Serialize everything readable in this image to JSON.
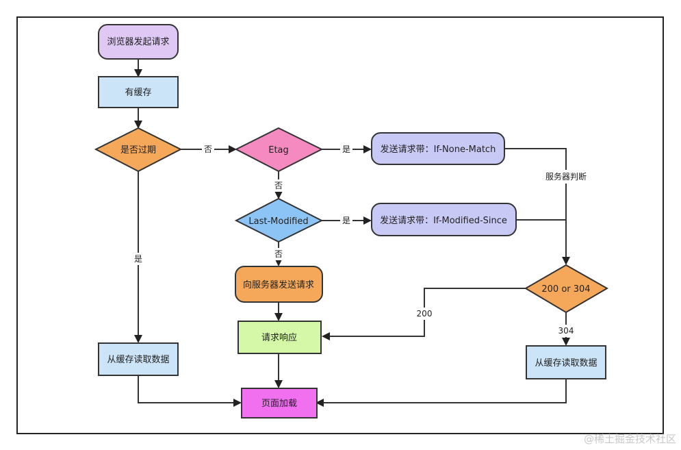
{
  "nodes": {
    "browser_request": "浏览器发起请求",
    "has_cache": "有缓存",
    "expired": "是否过期",
    "etag": "Etag",
    "send_if_none_match": "发送请求带：If-None-Match",
    "last_modified": "Last-Modified",
    "send_if_modified_since": "发送请求带：If-Modified-Since",
    "request_server": "向服务器发送请求",
    "response": "请求响应",
    "read_cache_left": "从缓存读取数据",
    "status_200_or_304": "200 or 304",
    "read_cache_right": "从缓存读取数据",
    "page_load": "页面加载"
  },
  "edge_labels": {
    "no_expired": "否",
    "yes_expired": "是",
    "etag_yes": "是",
    "etag_no": "否",
    "lm_yes": "是",
    "lm_no": "否",
    "server_judge": "服务器判断",
    "code_200": "200",
    "code_304": "304"
  },
  "watermark": "@稀土掘金技术社区",
  "colors": {
    "purple_node": "#e0c8f5",
    "blue_node": "#cce4f7",
    "orange_node": "#f5a85a",
    "pink_node": "#f58ac0",
    "lavender_node": "#c9c9f5",
    "sky_diamond": "#8cc4f5",
    "green_node": "#d4f7a8",
    "magenta_node": "#f070f0"
  }
}
